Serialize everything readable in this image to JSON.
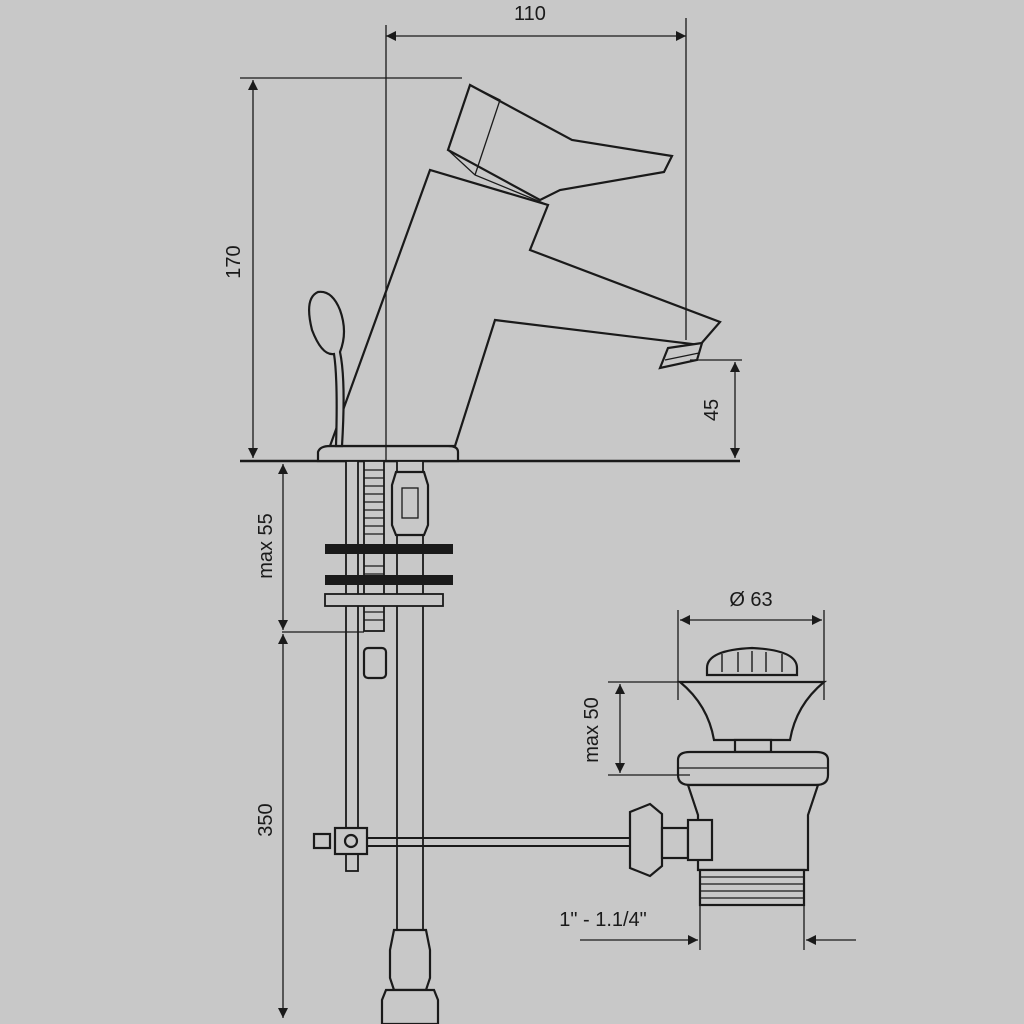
{
  "colors": {
    "background": "#c8c8c8",
    "ink": "#1a1a1a"
  },
  "dimensions": {
    "top_width": "110",
    "height_total": "170",
    "spout_height": "45",
    "max_mount_thickness": "max 55",
    "hose_length": "350",
    "drain_diameter": "Ø 63",
    "drain_max_height": "max 50",
    "drain_thread": "1\" - 1.1/4\""
  }
}
